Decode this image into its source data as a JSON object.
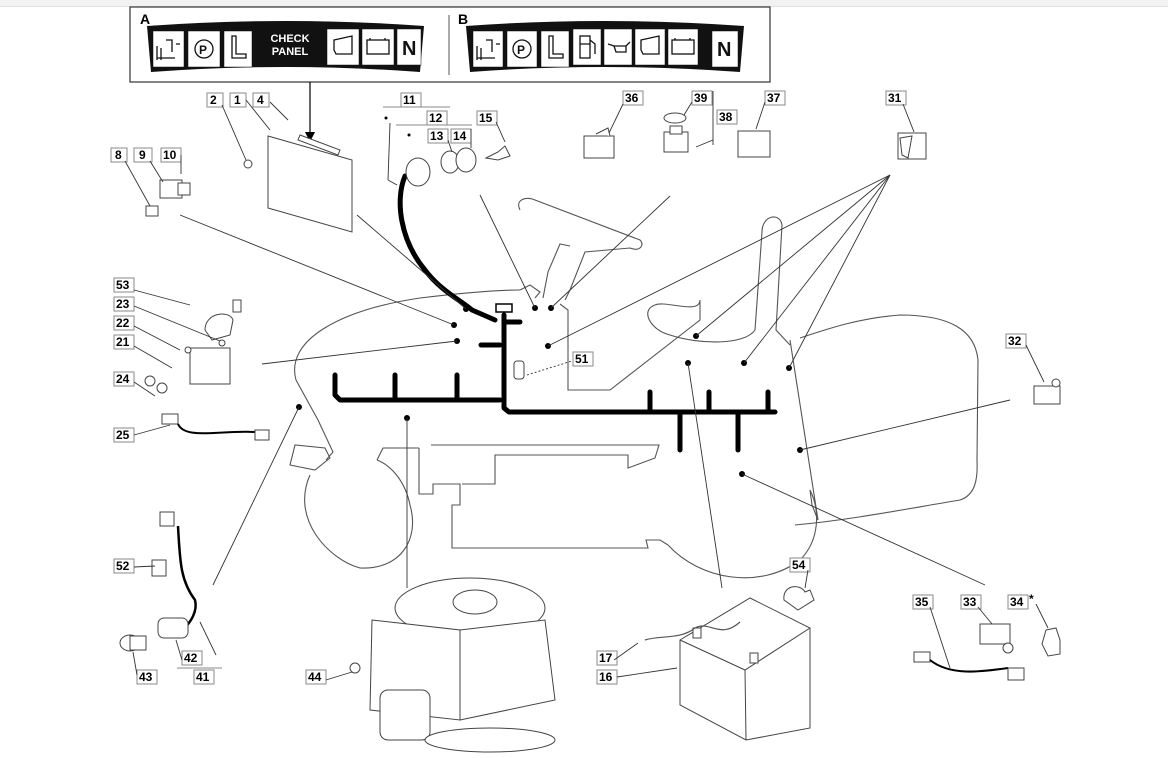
{
  "diagram": {
    "title": "Electrical system exploded parts diagram",
    "panels": [
      {
        "letter": "A",
        "check_line1": "CHECK",
        "check_line2": "PANEL",
        "icons": [
          "seat-occupancy-icon",
          "parking-brake-icon",
          "seat-icon",
          "check-panel-text",
          "engine-oil-icon",
          "battery-icon",
          "neutral-icon"
        ],
        "neutral": "N"
      },
      {
        "letter": "B",
        "icons": [
          "seat-occupancy-icon",
          "parking-brake-icon",
          "seat-icon",
          "fuel-pump-icon",
          "oil-can-icon",
          "engine-oil-icon",
          "battery-icon",
          "neutral-icon"
        ],
        "neutral": "N"
      }
    ],
    "labels": {
      "l1": "1",
      "l2": "2",
      "l4": "4",
      "l8": "8",
      "l9": "9",
      "l10": "10",
      "l11": "11",
      "l12": "12",
      "l13": "13",
      "l14": "14",
      "l15": "15",
      "l16": "16",
      "l17": "17",
      "l21": "21",
      "l22": "22",
      "l23": "23",
      "l24": "24",
      "l25": "25",
      "l31": "31",
      "l32": "32",
      "l33": "33",
      "l34": "34",
      "l34_note": "*",
      "l35": "35",
      "l36": "36",
      "l37": "37",
      "l38": "38",
      "l39": "39",
      "l41": "41",
      "l42": "42",
      "l43": "43",
      "l44": "44",
      "l51": "51",
      "l52": "52",
      "l53": "53",
      "l54": "54"
    }
  }
}
